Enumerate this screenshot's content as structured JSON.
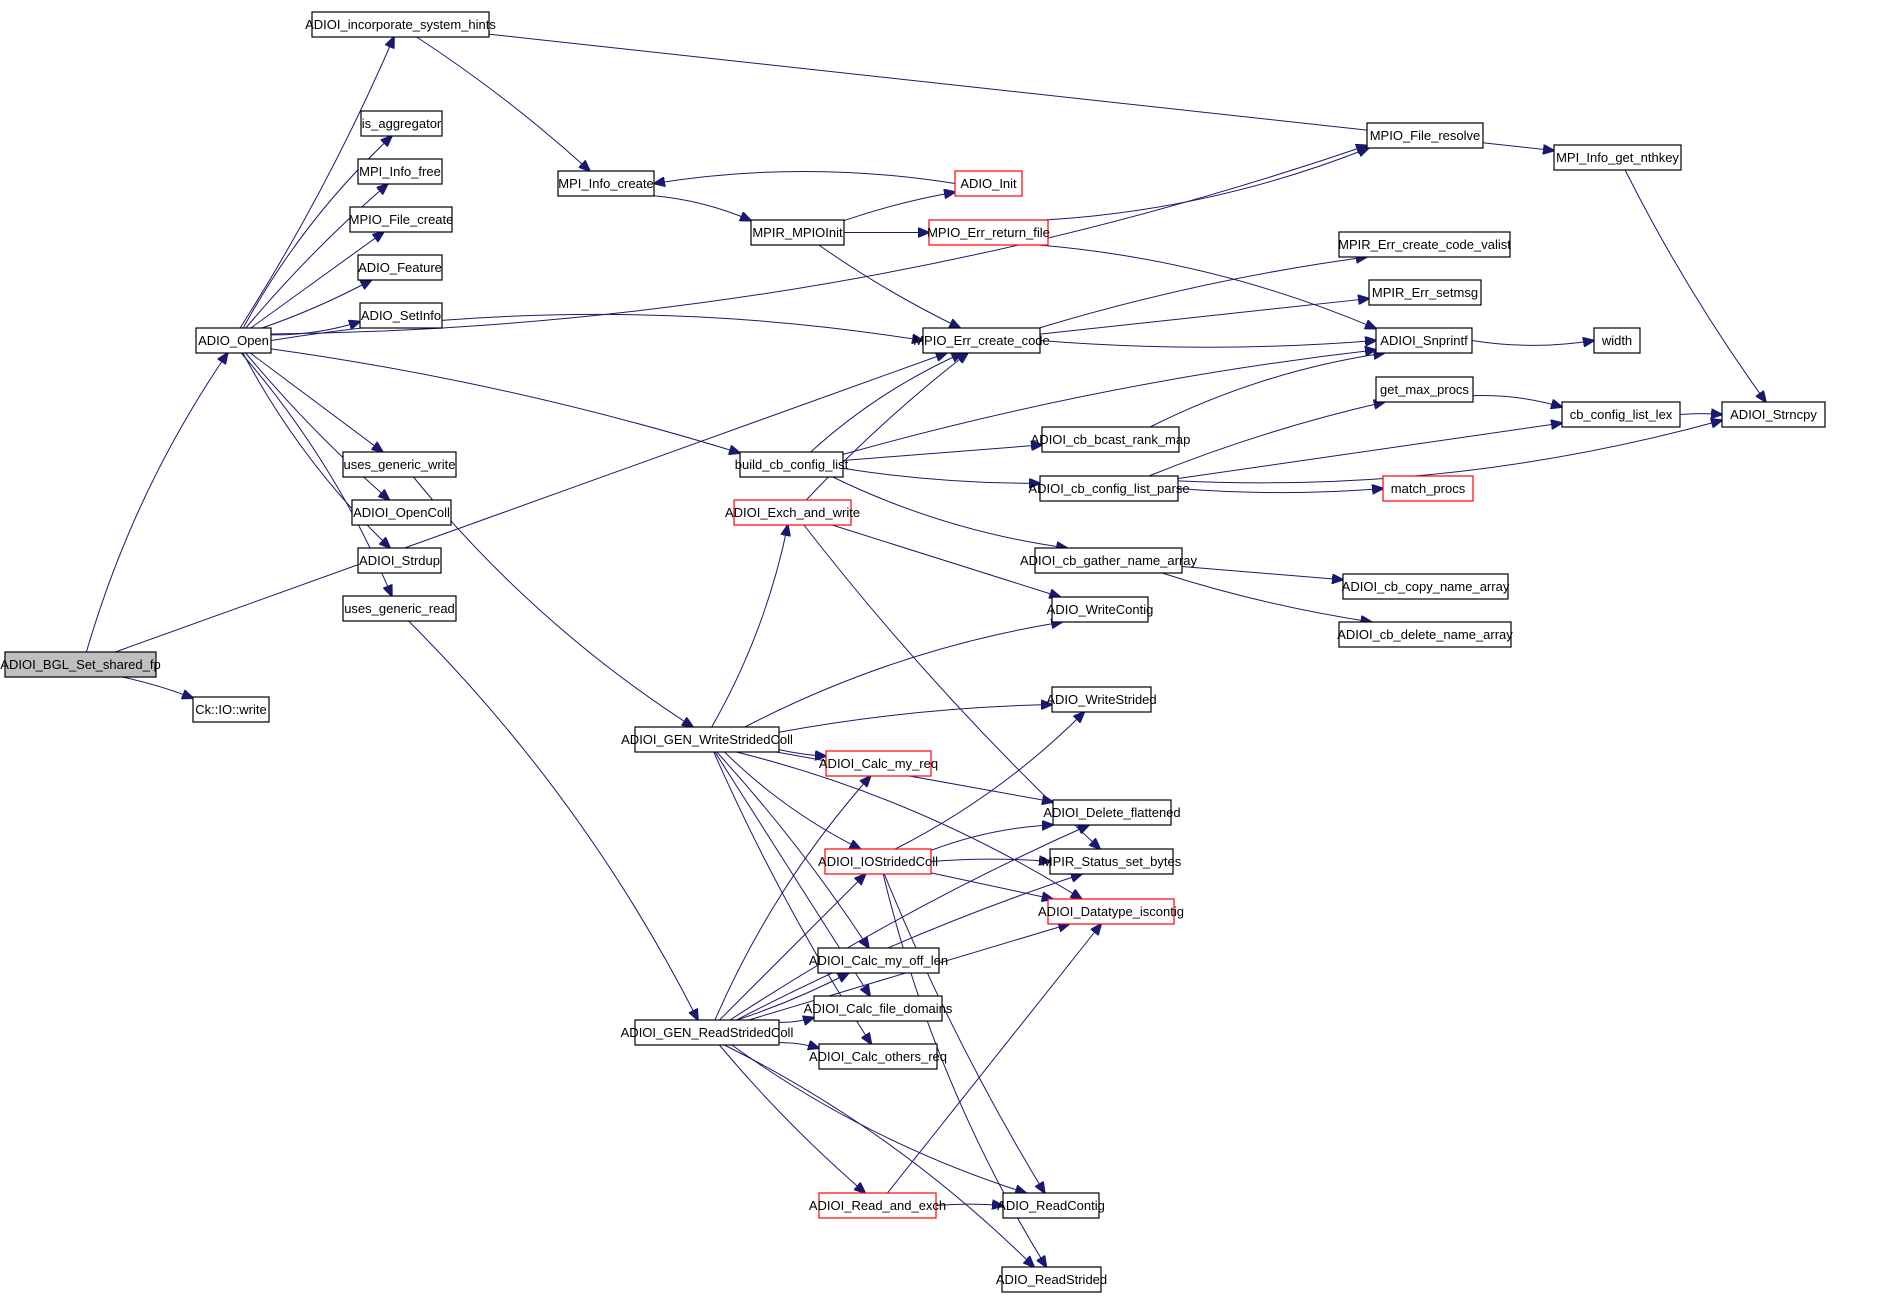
{
  "diagram": {
    "type": "call-graph",
    "colors": {
      "edge": "#191970",
      "node_border": "#000000",
      "node_border_truncated": "#ff0000",
      "root_fill": "#bfbfbf"
    },
    "root": "ADIOI_BGL_Set_shared_fp",
    "nodes": [
      {
        "id": "ADIOI_BGL_Set_shared_fp",
        "label": "ADIOI_BGL_Set_shared_fp",
        "style": "root"
      },
      {
        "id": "ADIO_Open",
        "label": "ADIO_Open",
        "style": "normal"
      },
      {
        "id": "Ck_IO_write",
        "label": "Ck::IO::write",
        "style": "normal"
      },
      {
        "id": "ADIOI_incorporate_system_hints",
        "label": "ADIOI_incorporate_system_hints",
        "style": "normal"
      },
      {
        "id": "is_aggregator",
        "label": "is_aggregator",
        "style": "normal"
      },
      {
        "id": "MPI_Info_free",
        "label": "MPI_Info_free",
        "style": "normal"
      },
      {
        "id": "MPIO_File_create",
        "label": "MPIO_File_create",
        "style": "normal"
      },
      {
        "id": "ADIO_Feature",
        "label": "ADIO_Feature",
        "style": "normal"
      },
      {
        "id": "ADIO_SetInfo",
        "label": "ADIO_SetInfo",
        "style": "normal"
      },
      {
        "id": "uses_generic_write",
        "label": "uses_generic_write",
        "style": "normal"
      },
      {
        "id": "ADIOI_OpenColl",
        "label": "ADIOI_OpenColl",
        "style": "normal"
      },
      {
        "id": "ADIOI_Strdup",
        "label": "ADIOI_Strdup",
        "style": "normal"
      },
      {
        "id": "uses_generic_read",
        "label": "uses_generic_read",
        "style": "normal"
      },
      {
        "id": "MPI_Info_create",
        "label": "MPI_Info_create",
        "style": "normal"
      },
      {
        "id": "MPIR_MPIOInit",
        "label": "MPIR_MPIOInit",
        "style": "normal"
      },
      {
        "id": "ADIO_Init",
        "label": "ADIO_Init",
        "style": "truncated"
      },
      {
        "id": "MPIO_Err_return_file",
        "label": "MPIO_Err_return_file",
        "style": "truncated"
      },
      {
        "id": "MPIO_File_resolve",
        "label": "MPIO_File_resolve",
        "style": "normal"
      },
      {
        "id": "MPI_Info_get_nthkey",
        "label": "MPI_Info_get_nthkey",
        "style": "normal"
      },
      {
        "id": "MPIR_Err_create_code_valist",
        "label": "MPIR_Err_create_code_valist",
        "style": "normal"
      },
      {
        "id": "MPIR_Err_setmsg",
        "label": "MPIR_Err_setmsg",
        "style": "normal"
      },
      {
        "id": "MPIO_Err_create_code",
        "label": "MPIO_Err_create_code",
        "style": "normal"
      },
      {
        "id": "ADIOI_Snprintf",
        "label": "ADIOI_Snprintf",
        "style": "normal"
      },
      {
        "id": "width",
        "label": "width",
        "style": "normal"
      },
      {
        "id": "get_max_procs",
        "label": "get_max_procs",
        "style": "normal"
      },
      {
        "id": "cb_config_list_lex",
        "label": "cb_config_list_lex",
        "style": "normal"
      },
      {
        "id": "ADIOI_Strncpy",
        "label": "ADIOI_Strncpy",
        "style": "normal"
      },
      {
        "id": "build_cb_config_list",
        "label": "build_cb_config_list",
        "style": "normal"
      },
      {
        "id": "ADIOI_cb_bcast_rank_map",
        "label": "ADIOI_cb_bcast_rank_map",
        "style": "normal"
      },
      {
        "id": "ADIOI_cb_config_list_parse",
        "label": "ADIOI_cb_config_list_parse",
        "style": "normal"
      },
      {
        "id": "match_procs",
        "label": "match_procs",
        "style": "truncated"
      },
      {
        "id": "ADIOI_Exch_and_write",
        "label": "ADIOI_Exch_and_write",
        "style": "truncated"
      },
      {
        "id": "ADIOI_cb_gather_name_array",
        "label": "ADIOI_cb_gather_name_array",
        "style": "normal"
      },
      {
        "id": "ADIOI_cb_copy_name_array",
        "label": "ADIOI_cb_copy_name_array",
        "style": "normal"
      },
      {
        "id": "ADIOI_cb_delete_name_array",
        "label": "ADIOI_cb_delete_name_array",
        "style": "normal"
      },
      {
        "id": "ADIO_WriteContig",
        "label": "ADIO_WriteContig",
        "style": "normal"
      },
      {
        "id": "ADIO_WriteStrided",
        "label": "ADIO_WriteStrided",
        "style": "normal"
      },
      {
        "id": "ADIOI_GEN_WriteStridedColl",
        "label": "ADIOI_GEN_WriteStridedColl",
        "style": "normal"
      },
      {
        "id": "ADIOI_Calc_my_req",
        "label": "ADIOI_Calc_my_req",
        "style": "truncated"
      },
      {
        "id": "ADIOI_Delete_flattened",
        "label": "ADIOI_Delete_flattened",
        "style": "normal"
      },
      {
        "id": "ADIOI_IOStridedColl",
        "label": "ADIOI_IOStridedColl",
        "style": "truncated"
      },
      {
        "id": "MPIR_Status_set_bytes",
        "label": "MPIR_Status_set_bytes",
        "style": "normal"
      },
      {
        "id": "ADIOI_Datatype_iscontig",
        "label": "ADIOI_Datatype_iscontig",
        "style": "truncated"
      },
      {
        "id": "ADIOI_Calc_my_off_len",
        "label": "ADIOI_Calc_my_off_len",
        "style": "normal"
      },
      {
        "id": "ADIOI_Calc_file_domains",
        "label": "ADIOI_Calc_file_domains",
        "style": "normal"
      },
      {
        "id": "ADIOI_GEN_ReadStridedColl",
        "label": "ADIOI_GEN_ReadStridedColl",
        "style": "normal"
      },
      {
        "id": "ADIOI_Calc_others_req",
        "label": "ADIOI_Calc_others_req",
        "style": "normal"
      },
      {
        "id": "ADIOI_Read_and_exch",
        "label": "ADIOI_Read_and_exch",
        "style": "truncated"
      },
      {
        "id": "ADIO_ReadContig",
        "label": "ADIO_ReadContig",
        "style": "normal"
      },
      {
        "id": "ADIO_ReadStrided",
        "label": "ADIO_ReadStrided",
        "style": "normal"
      }
    ],
    "edges": [
      [
        "ADIOI_BGL_Set_shared_fp",
        "ADIO_Open"
      ],
      [
        "ADIOI_BGL_Set_shared_fp",
        "Ck_IO_write"
      ],
      [
        "ADIOI_BGL_Set_shared_fp",
        "MPIO_Err_create_code"
      ],
      [
        "ADIO_Open",
        "ADIOI_incorporate_system_hints"
      ],
      [
        "ADIO_Open",
        "MPIO_File_resolve"
      ],
      [
        "ADIO_Open",
        "is_aggregator"
      ],
      [
        "ADIO_Open",
        "MPI_Info_free"
      ],
      [
        "ADIO_Open",
        "MPIO_File_create"
      ],
      [
        "ADIO_Open",
        "ADIO_Feature"
      ],
      [
        "ADIO_Open",
        "ADIO_SetInfo"
      ],
      [
        "ADIO_Open",
        "MPIO_Err_create_code"
      ],
      [
        "ADIO_Open",
        "build_cb_config_list"
      ],
      [
        "ADIO_Open",
        "uses_generic_write"
      ],
      [
        "ADIO_Open",
        "ADIOI_OpenColl"
      ],
      [
        "ADIO_Open",
        "ADIOI_Strdup"
      ],
      [
        "ADIO_Open",
        "uses_generic_read"
      ],
      [
        "ADIOI_incorporate_system_hints",
        "MPI_Info_create"
      ],
      [
        "ADIOI_incorporate_system_hints",
        "MPI_Info_get_nthkey"
      ],
      [
        "MPI_Info_get_nthkey",
        "ADIOI_Strncpy"
      ],
      [
        "ADIO_Init",
        "MPI_Info_create"
      ],
      [
        "MPI_Info_create",
        "MPIR_MPIOInit"
      ],
      [
        "MPIR_MPIOInit",
        "ADIO_Init"
      ],
      [
        "MPIR_MPIOInit",
        "MPIO_Err_return_file"
      ],
      [
        "MPIR_MPIOInit",
        "MPIO_Err_create_code"
      ],
      [
        "MPIO_Err_return_file",
        "MPIO_File_resolve"
      ],
      [
        "MPIO_Err_return_file",
        "ADIOI_Snprintf"
      ],
      [
        "MPIO_Err_create_code",
        "MPIR_Err_create_code_valist"
      ],
      [
        "MPIO_Err_create_code",
        "MPIR_Err_setmsg"
      ],
      [
        "MPIO_Err_create_code",
        "ADIOI_Snprintf"
      ],
      [
        "ADIOI_Snprintf",
        "width"
      ],
      [
        "build_cb_config_list",
        "MPIO_Err_create_code"
      ],
      [
        "build_cb_config_list",
        "ADIOI_Snprintf"
      ],
      [
        "build_cb_config_list",
        "ADIOI_cb_bcast_rank_map"
      ],
      [
        "build_cb_config_list",
        "ADIOI_cb_config_list_parse"
      ],
      [
        "build_cb_config_list",
        "ADIOI_cb_gather_name_array"
      ],
      [
        "ADIOI_cb_bcast_rank_map",
        "ADIOI_Snprintf"
      ],
      [
        "ADIOI_cb_config_list_parse",
        "get_max_procs"
      ],
      [
        "ADIOI_cb_config_list_parse",
        "cb_config_list_lex"
      ],
      [
        "ADIOI_cb_config_list_parse",
        "match_procs"
      ],
      [
        "ADIOI_cb_config_list_parse",
        "ADIOI_Strncpy"
      ],
      [
        "get_max_procs",
        "cb_config_list_lex"
      ],
      [
        "cb_config_list_lex",
        "ADIOI_Strncpy"
      ],
      [
        "ADIOI_cb_gather_name_array",
        "ADIOI_cb_copy_name_array"
      ],
      [
        "ADIOI_cb_gather_name_array",
        "ADIOI_cb_delete_name_array"
      ],
      [
        "uses_generic_write",
        "ADIOI_GEN_WriteStridedColl"
      ],
      [
        "uses_generic_read",
        "ADIOI_GEN_ReadStridedColl"
      ],
      [
        "ADIOI_Exch_and_write",
        "MPIO_Err_create_code"
      ],
      [
        "ADIOI_Exch_and_write",
        "ADIO_WriteContig"
      ],
      [
        "ADIOI_Exch_and_write",
        "MPIR_Status_set_bytes"
      ],
      [
        "ADIOI_GEN_WriteStridedColl",
        "ADIOI_Exch_and_write"
      ],
      [
        "ADIOI_GEN_WriteStridedColl",
        "ADIO_WriteContig"
      ],
      [
        "ADIOI_GEN_WriteStridedColl",
        "ADIO_WriteStrided"
      ],
      [
        "ADIOI_GEN_WriteStridedColl",
        "ADIOI_Delete_flattened"
      ],
      [
        "ADIOI_GEN_WriteStridedColl",
        "ADIOI_Calc_my_req"
      ],
      [
        "ADIOI_GEN_WriteStridedColl",
        "ADIOI_IOStridedColl"
      ],
      [
        "ADIOI_GEN_WriteStridedColl",
        "ADIOI_Datatype_iscontig"
      ],
      [
        "ADIOI_GEN_WriteStridedColl",
        "ADIOI_Calc_my_off_len"
      ],
      [
        "ADIOI_GEN_WriteStridedColl",
        "ADIOI_Calc_file_domains"
      ],
      [
        "ADIOI_GEN_WriteStridedColl",
        "ADIOI_Calc_others_req"
      ],
      [
        "ADIOI_IOStridedColl",
        "ADIO_WriteStrided"
      ],
      [
        "ADIOI_IOStridedColl",
        "ADIOI_Delete_flattened"
      ],
      [
        "ADIOI_IOStridedColl",
        "MPIR_Status_set_bytes"
      ],
      [
        "ADIOI_IOStridedColl",
        "ADIOI_Datatype_iscontig"
      ],
      [
        "ADIOI_IOStridedColl",
        "ADIO_ReadContig"
      ],
      [
        "ADIOI_IOStridedColl",
        "ADIO_ReadStrided"
      ],
      [
        "ADIOI_GEN_ReadStridedColl",
        "ADIOI_Calc_my_req"
      ],
      [
        "ADIOI_GEN_ReadStridedColl",
        "ADIOI_Delete_flattened"
      ],
      [
        "ADIOI_GEN_ReadStridedColl",
        "ADIOI_IOStridedColl"
      ],
      [
        "ADIOI_GEN_ReadStridedColl",
        "ADIOI_Calc_my_off_len"
      ],
      [
        "ADIOI_GEN_ReadStridedColl",
        "ADIOI_Calc_file_domains"
      ],
      [
        "ADIOI_GEN_ReadStridedColl",
        "ADIOI_Calc_others_req"
      ],
      [
        "ADIOI_GEN_ReadStridedColl",
        "MPIR_Status_set_bytes"
      ],
      [
        "ADIOI_GEN_ReadStridedColl",
        "ADIOI_Datatype_iscontig"
      ],
      [
        "ADIOI_GEN_ReadStridedColl",
        "ADIOI_Read_and_exch"
      ],
      [
        "ADIOI_GEN_ReadStridedColl",
        "ADIO_ReadContig"
      ],
      [
        "ADIOI_GEN_ReadStridedColl",
        "ADIO_ReadStrided"
      ],
      [
        "ADIOI_Read_and_exch",
        "ADIO_ReadContig"
      ],
      [
        "ADIOI_Read_and_exch",
        "ADIOI_Datatype_iscontig"
      ]
    ]
  }
}
